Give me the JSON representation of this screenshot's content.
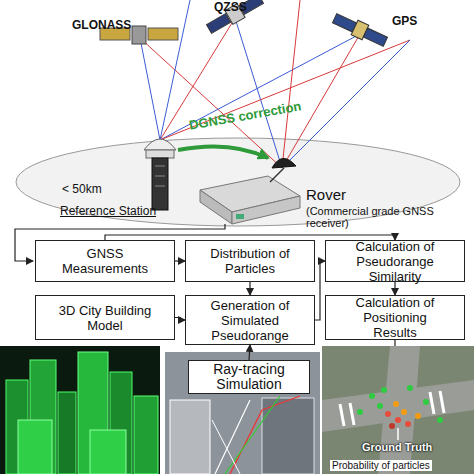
{
  "diagram": {
    "nodes": [
      {
        "text": [
          "GNSS Measurements"
        ]
      },
      {
        "text": [
          "Distribution of Particles"
        ]
      },
      {
        "text": [
          "Calculation of Pseudorange Similarity"
        ]
      },
      {
        "text": [
          "3D City Building Model"
        ]
      },
      {
        "text": [
          "Generation of Simulated Pseudorange"
        ]
      },
      {
        "text": [
          "Calculation of Positioning Results"
        ]
      },
      {
        "text": [
          "Ray-tracing Simulation"
        ]
      }
    ],
    "edges": [
      {
        "from": 0,
        "to": 1,
        "arrow": "to"
      },
      {
        "from": 1,
        "to": 4,
        "arrow": "to"
      },
      {
        "from": 3,
        "to": 4,
        "arrow": "to"
      },
      {
        "from": 4,
        "to": 2,
        "arrow": "to"
      },
      {
        "from": 0,
        "to": 2,
        "arrow": "to"
      },
      {
        "from": 2,
        "to": 5,
        "arrow": "to"
      },
      {
        "from": 6,
        "to": 4,
        "arrow": "to"
      }
    ],
    "labels": [
      "GLONASS",
      "QZSS",
      "GPS",
      "DGNSS correction",
      "< 50km",
      "Reference Station",
      "Rover",
      "(Commercial grade GNSS receiver)",
      "Ground Truth",
      "Probability of particles"
    ]
  }
}
